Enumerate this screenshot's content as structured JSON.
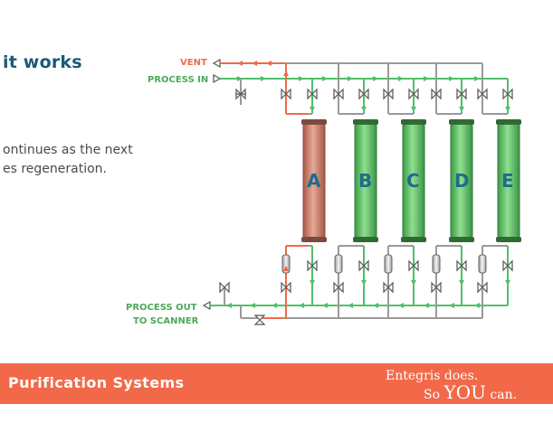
{
  "slide": {
    "title": "it works",
    "body_lines": [
      "ontinues as the next",
      "es regeneration."
    ]
  },
  "diagram": {
    "vent_label": "VENT",
    "process_in_label": "PROCESS IN",
    "process_out_label_1": "PROCESS OUT",
    "process_out_label_2": "TO SCANNER",
    "columns": [
      {
        "letter": "A",
        "state": "regeneration"
      },
      {
        "letter": "B",
        "state": "active"
      },
      {
        "letter": "C",
        "state": "active"
      },
      {
        "letter": "D",
        "state": "active"
      },
      {
        "letter": "E",
        "state": "active"
      }
    ],
    "colors": {
      "active_column": "#5ec46a",
      "regen_column": "#d48a78",
      "flow_arrow_green": "#4fc06a",
      "flow_arrow_orange": "#ef6a4a",
      "pipe": "#9a9a9a",
      "label_green": "#4aaa5a",
      "label_orange": "#ef6a4a"
    }
  },
  "footer": {
    "label": "Purification Systems",
    "tagline_1": "Entegris does.",
    "tagline_2_a": "So ",
    "tagline_2_b": "YOU",
    "tagline_2_c": " can.",
    "color": "#f2694a"
  }
}
